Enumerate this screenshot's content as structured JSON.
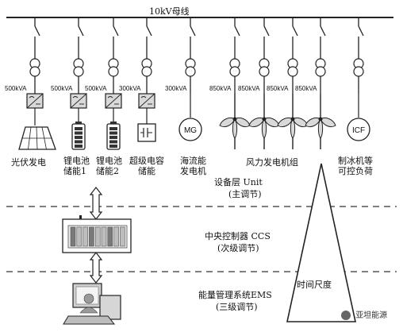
{
  "bus": {
    "title": "10kV母线"
  },
  "feeders": [
    {
      "id": "pv",
      "rating": "500kVA",
      "label_lines": [
        "光伏发电"
      ],
      "device": "pv-panel"
    },
    {
      "id": "li1",
      "rating": "500kVA",
      "label_lines": [
        "锂电池",
        "储能1"
      ],
      "device": "battery"
    },
    {
      "id": "li2",
      "rating": "500kVA",
      "label_lines": [
        "锂电池",
        "储能2"
      ],
      "device": "battery"
    },
    {
      "id": "sc",
      "rating": "300kVA",
      "label_lines": [
        "超级电容",
        "储能"
      ],
      "device": "supercapacitor"
    },
    {
      "id": "mg",
      "rating": "300kVA",
      "label_lines": [
        "海流能",
        "发电机"
      ],
      "device": "generator",
      "device_text": "MG"
    },
    {
      "id": "wt1",
      "rating": "850kVA",
      "device": "wind-turbine"
    },
    {
      "id": "wt2",
      "rating": "850kVA",
      "device": "wind-turbine"
    },
    {
      "id": "wt3",
      "rating": "850kVA",
      "device": "wind-turbine"
    },
    {
      "id": "wt4",
      "rating": "850kVA",
      "device": "wind-turbine"
    },
    {
      "id": "icf",
      "rating": "",
      "label_lines": [
        "制冰机等",
        "可控负荷"
      ],
      "device": "load",
      "device_text": "ICF"
    }
  ],
  "wind_group_label": "风力发电机组",
  "layers": {
    "unit": {
      "line1": "设备层 Unit",
      "line2": "(主调节)"
    },
    "ccs": {
      "line1": "中央控制器 CCS",
      "line2": "(次级调节)"
    },
    "ems": {
      "line1": "能量管理系统EMS",
      "line2": "(三级调节)"
    }
  },
  "time_scale_label": "时间尺度",
  "watermark": "亚坦能源",
  "colors": {
    "line": "#222222",
    "device_fill": "#d9d9d9",
    "dash": "#333333"
  }
}
